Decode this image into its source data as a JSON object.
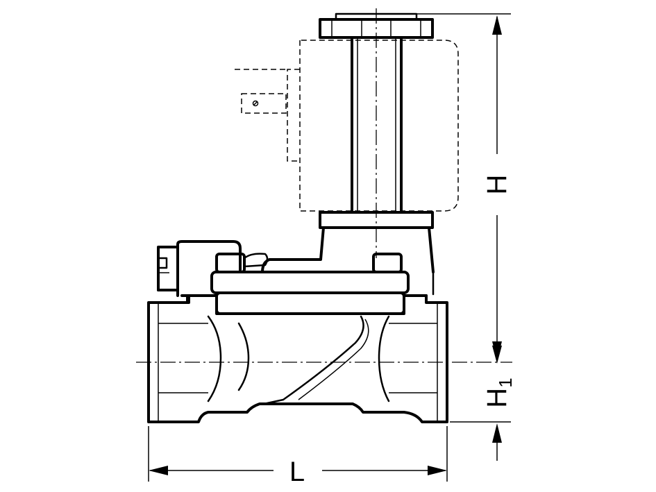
{
  "dimensions": {
    "height": {
      "label": "H"
    },
    "height_1": {
      "label": "H",
      "subscript": "1"
    },
    "length": {
      "label": "L"
    }
  },
  "drawing": {
    "line_color": "#000000",
    "background_color": "#ffffff"
  }
}
